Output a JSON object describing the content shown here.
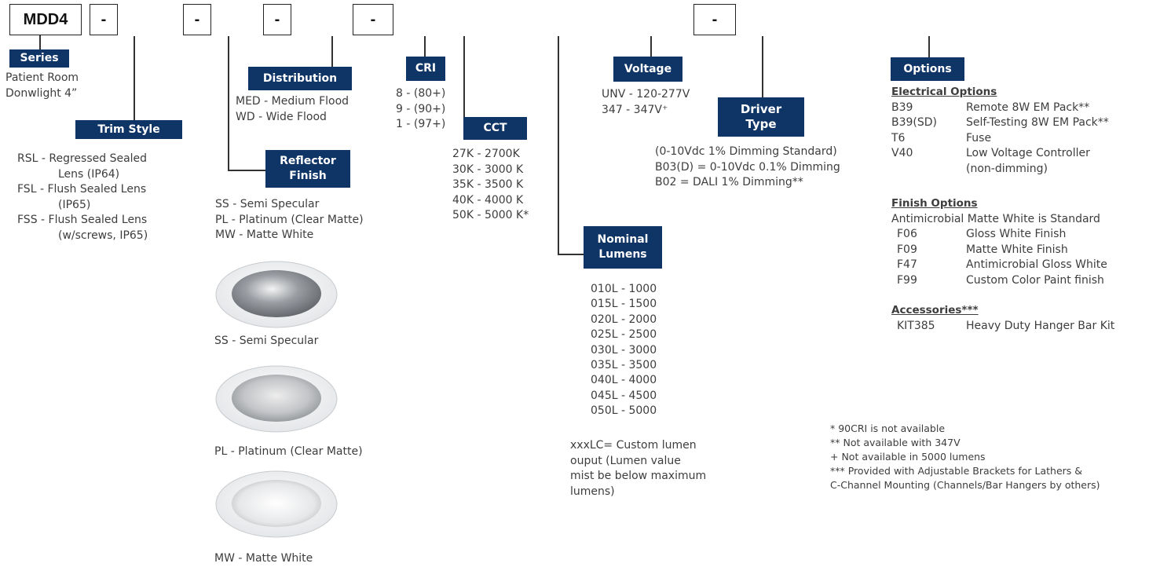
{
  "code_boxes": [
    "MDD4",
    "-",
    "-",
    "-",
    "-",
    "-"
  ],
  "series": {
    "header": "Series",
    "lines": [
      "Patient Room",
      "Donwlight 4”"
    ]
  },
  "trim_style": {
    "header": "Trim Style",
    "items": [
      [
        "RSL - Regressed Sealed",
        "Lens (IP64)"
      ],
      [
        "FSL - Flush Sealed Lens",
        "(IP65)"
      ],
      [
        "FSS - Flush Sealed Lens",
        "(w/screws, IP65)"
      ]
    ]
  },
  "distribution": {
    "header": "Distribution",
    "items": [
      "MED - Medium Flood",
      "WD - Wide Flood"
    ]
  },
  "reflector_finish": {
    "header": [
      "Reflector",
      "Finish"
    ],
    "items": [
      "SS - Semi Specular",
      "PL - Platinum (Clear Matte)",
      "MW - Matte White"
    ],
    "image_captions": [
      "SS - Semi Specular",
      "PL - Platinum (Clear Matte)",
      "MW - Matte White"
    ]
  },
  "cri": {
    "header": "CRI",
    "items": [
      "8 - (80+)",
      "9 - (90+)",
      "1 - (97+)"
    ]
  },
  "cct": {
    "header": "CCT",
    "items": [
      "27K - 2700K",
      "30K - 3000 K",
      "35K - 3500 K",
      "40K - 4000 K",
      "50K - 5000 K*"
    ]
  },
  "voltage": {
    "header": "Voltage",
    "items": [
      "UNV - 120-277V",
      "347 - 347V⁺"
    ]
  },
  "driver_type": {
    "header": [
      "Driver",
      "Type"
    ],
    "items": [
      "(0-10Vdc 1% Dimming Standard)",
      "B03(D) = 0-10Vdc 0.1% Dimming",
      "B02 = DALI 1% Dimming**"
    ]
  },
  "nominal_lumens": {
    "header": [
      "Nominal",
      "Lumens"
    ],
    "items": [
      "010L - 1000",
      "015L - 1500",
      "020L - 2000",
      "025L - 2500",
      "030L - 3000",
      "035L - 3500",
      "040L - 4000",
      "045L - 4500",
      "050L - 5000"
    ],
    "custom_note": [
      "xxxLC= Custom lumen",
      "ouput (Lumen value",
      "mist be below maximum",
      "lumens)"
    ]
  },
  "options": {
    "header": "Options",
    "electrical": {
      "title": "Electrical Options",
      "items": [
        {
          "code": "B39",
          "desc": "Remote 8W EM Pack**"
        },
        {
          "code": "B39(SD)",
          "desc": "Self-Testing 8W EM Pack**"
        },
        {
          "code": "T6",
          "desc": "Fuse"
        },
        {
          "code": "V40",
          "desc": "Low Voltage Controller"
        },
        {
          "code": "",
          "desc": "(non-dimming)"
        }
      ]
    },
    "finish": {
      "title": "Finish Options",
      "standard": "Antimicrobial Matte White is Standard",
      "items": [
        {
          "code": "F06",
          "desc": "Gloss White Finish"
        },
        {
          "code": "F09",
          "desc": "Matte White Finish"
        },
        {
          "code": "F47",
          "desc": "Antimicrobial Gloss White"
        },
        {
          "code": "F99",
          "desc": "Custom Color Paint finish"
        }
      ]
    },
    "accessories": {
      "title": "Accessories***",
      "items": [
        {
          "code": "KIT385",
          "desc": "Heavy Duty Hanger Bar Kit"
        }
      ]
    }
  },
  "footnotes": [
    "* 90CRI is not available",
    "** Not available with 347V",
    "+ Not available in 5000 lumens",
    "*** Provided with Adjustable Brackets for Lathers &",
    "C-Channel Mounting (Channels/Bar Hangers by others)"
  ],
  "colors": {
    "header_bg": "#0f3466",
    "text": "#3d3d3d"
  }
}
